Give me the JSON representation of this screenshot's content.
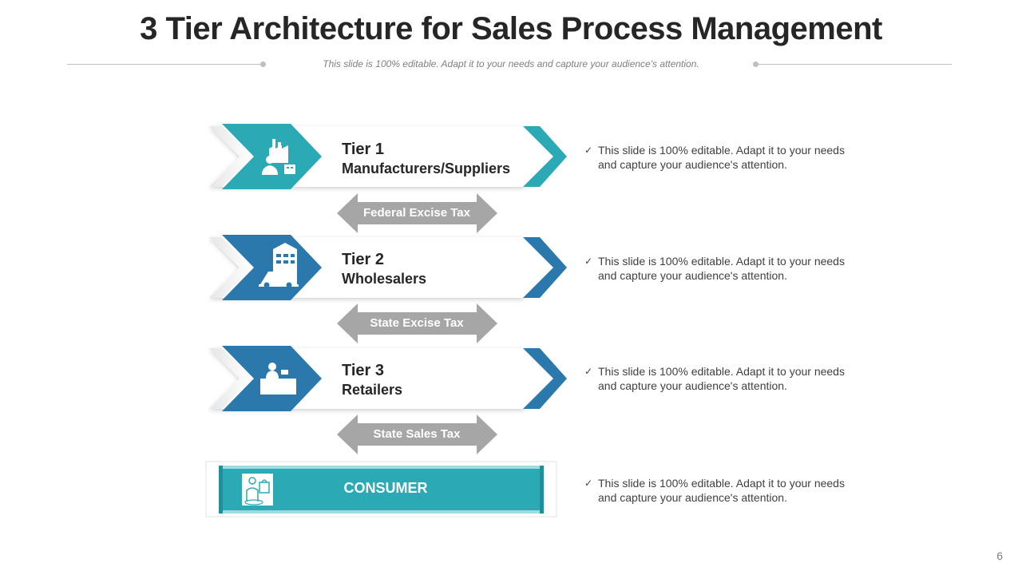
{
  "title": "3 Tier Architecture for Sales Process Management",
  "subtitle": "This slide is 100% editable. Adapt it to your needs and capture your audience's attention.",
  "tiers": [
    {
      "number": "Tier 1",
      "name": "Manufacturers/Suppliers",
      "icon": "factory-worker-icon",
      "color": "#2baab5",
      "note": "This slide is 100% editable. Adapt it to your needs and capture your audience's attention."
    },
    {
      "number": "Tier 2",
      "name": "Wholesalers",
      "icon": "warehouse-truck-icon",
      "color": "#2b78ad",
      "note": "This slide is 100% editable. Adapt it to your needs and capture your audience's attention."
    },
    {
      "number": "Tier 3",
      "name": "Retailers",
      "icon": "cashier-counter-icon",
      "color": "#2b78ad",
      "note": "This slide is 100% editable. Adapt it to your needs and capture your audience's attention."
    }
  ],
  "taxes": [
    "Federal Excise Tax",
    "State Excise Tax",
    "State Sales Tax"
  ],
  "consumer": {
    "label": "CONSUMER",
    "icon": "shopper-bags-icon",
    "color": "#2baab5",
    "note": "This slide is 100% editable. Adapt it to your needs and capture your audience's attention."
  },
  "check_mark": "✓",
  "page_number": "6"
}
